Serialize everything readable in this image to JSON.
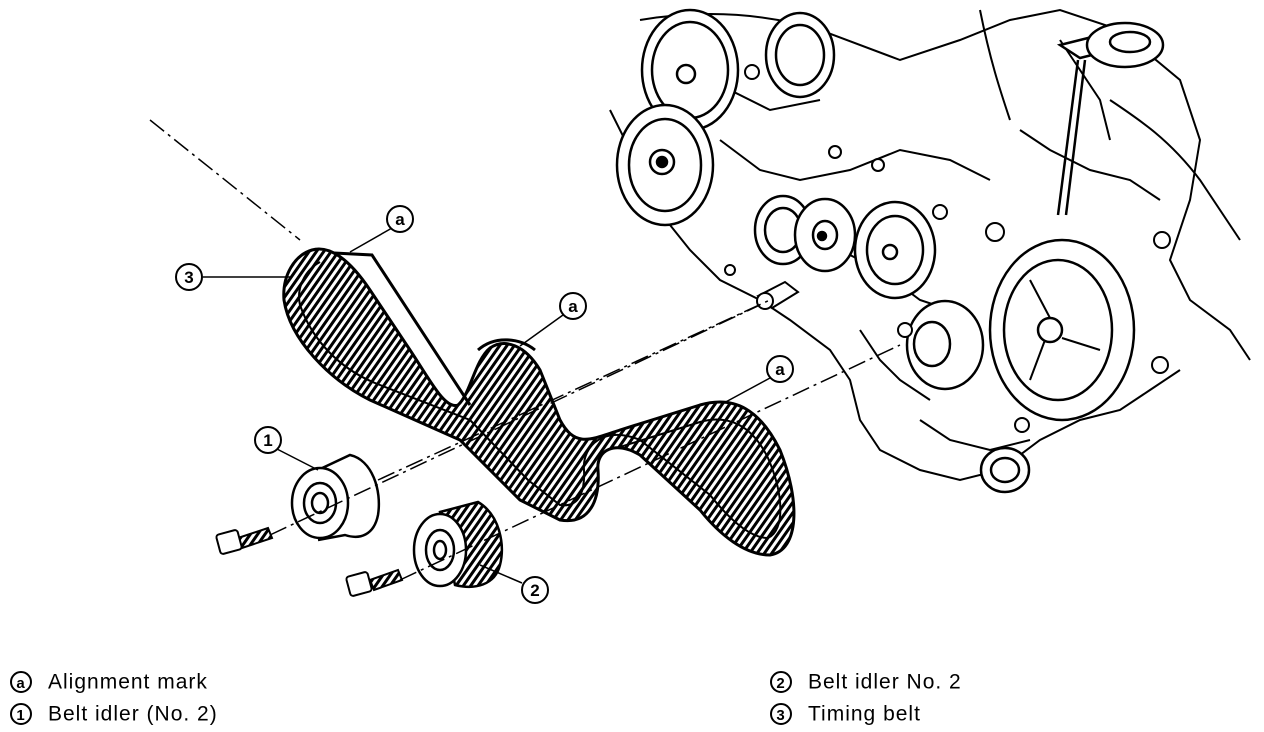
{
  "callouts": {
    "alignment_symbol": "a",
    "belt_idler_number": "1",
    "belt_idler_no2_number": "2",
    "timing_belt_number": "3"
  },
  "legend": [
    {
      "symbol": "a",
      "label": "Alignment mark"
    },
    {
      "symbol": "1",
      "label": "Belt idler (No. 2)"
    },
    {
      "symbol": "2",
      "label": "Belt idler No. 2"
    },
    {
      "symbol": "3",
      "label": "Timing belt"
    }
  ]
}
